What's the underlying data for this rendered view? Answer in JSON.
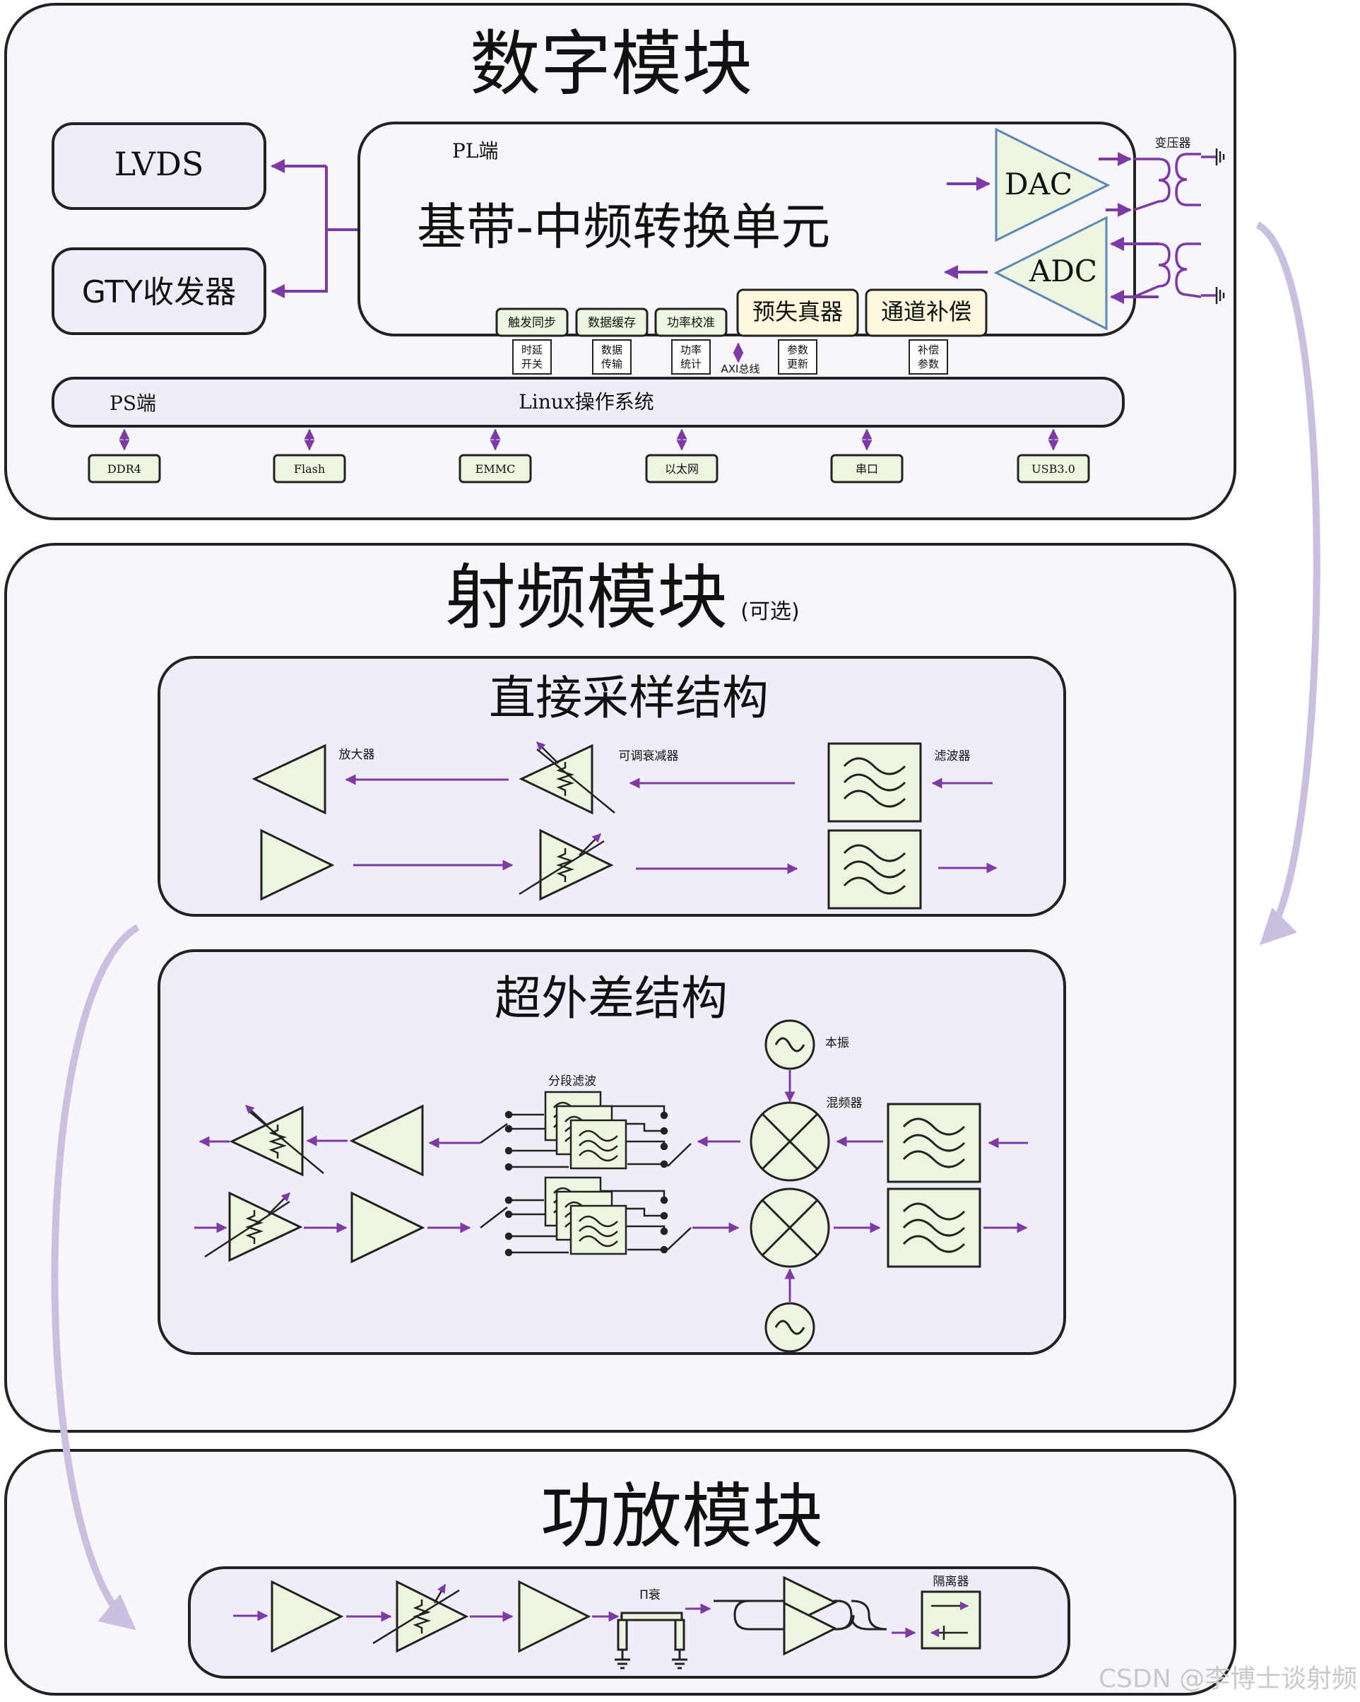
{
  "digital": {
    "title": "数字模块",
    "lvds": "LVDS",
    "gty": "GTY收发器",
    "pl_label": "PL端",
    "baseband": "基带-中频转换单元",
    "dac": "DAC",
    "adc": "ADC",
    "transformer": "变压器",
    "sub_blocks": [
      "触发同步",
      "数据缓存",
      "功率校准"
    ],
    "predistorter": "预失真器",
    "channel_comp": "通道补偿",
    "small_labels": [
      [
        "时延",
        "开关"
      ],
      [
        "数据",
        "传输"
      ],
      [
        "功率",
        "统计"
      ],
      [
        "参数",
        "更新"
      ],
      [
        "补偿",
        "参数"
      ]
    ],
    "axi": "AXI总线",
    "ps_label": "PS端",
    "linux": "Linux操作系统",
    "peripherals": [
      "DDR4",
      "Flash",
      "EMMC",
      "以太网",
      "串口",
      "USB3.0"
    ]
  },
  "rf": {
    "title": "射频模块",
    "optional": "(可选)",
    "direct": {
      "title": "直接采样结构",
      "amp": "放大器",
      "atten": "可调衰减器",
      "filter": "滤波器"
    },
    "superhet": {
      "title": "超外差结构",
      "lo": "本振",
      "mixer": "混频器",
      "seg_filter": "分段滤波"
    }
  },
  "pa": {
    "title": "功放模块",
    "pi_atten": "Π衰",
    "isolator": "隔离器"
  },
  "watermark": "CSDN @李博士谈射频",
  "colors": {
    "arrow": "#7b3aa6",
    "panel_fill": "#f8f6fa",
    "inner_fill": "#f1edf8",
    "component_fill": "#ecf6df",
    "highlight_fill": "#fdf7dc",
    "dac_stroke": "#5a86b8"
  }
}
